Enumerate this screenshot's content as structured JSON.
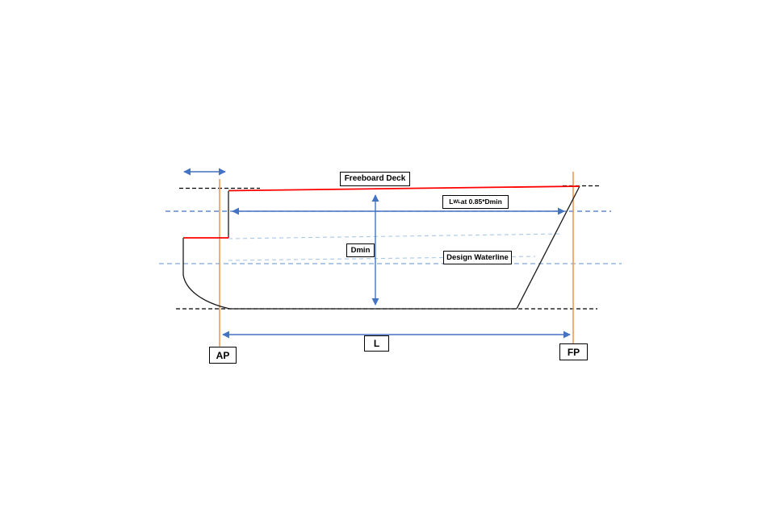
{
  "labels": {
    "freeboard_deck": "Freeboard Deck",
    "lwl_prefix": "L",
    "lwl_sub": "WL",
    "lwl_suffix": " at 0.85*Dmin",
    "dmin": "Dmin",
    "design_waterline": "Design Waterline",
    "length": "L",
    "ap": "AP",
    "fp": "FP"
  },
  "colors": {
    "deck_sheer_line": "#ff0000",
    "dimension_arrow": "#4472c4",
    "waterline_085_dashed": "#4472c4",
    "design_waterline_dashed": "#7ea6d8",
    "light_waterline_dashed": "#aac8e8",
    "perpendicular_line": "#ed9b57",
    "hull_outline": "#1a1a1a",
    "baseline_dashed": "#000000"
  }
}
